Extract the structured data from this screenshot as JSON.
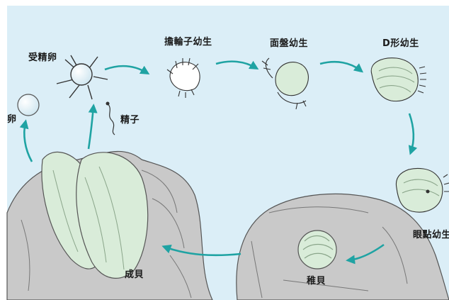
{
  "labels": {
    "egg": "卵",
    "fertilized_egg": "受精卵",
    "sperm": "精子",
    "trochophore": "擔輪子幼生",
    "veliger": "面盤幼生",
    "d_larva": "D形幼生",
    "eyed_larva": "眼點幼生",
    "spat": "稚貝",
    "adult": "成貝"
  },
  "colors": {
    "sky": "#dbeef7",
    "rock": "#c9c9c9",
    "rock_shade": "#aaaaaa",
    "shell": "#d9ecd9",
    "arrow": "#1fa3a3",
    "outline": "#333333"
  }
}
